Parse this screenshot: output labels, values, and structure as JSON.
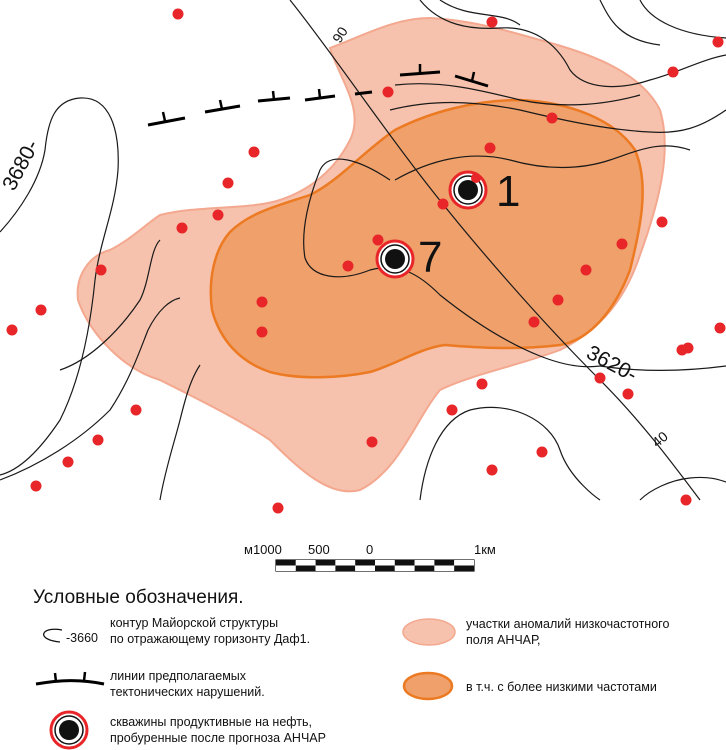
{
  "map": {
    "contour_labels": [
      {
        "id": "c3680",
        "text": "3680-"
      },
      {
        "id": "c3620",
        "text": "3620-"
      },
      {
        "id": "c90",
        "text": "90"
      },
      {
        "id": "c40",
        "text": "40"
      }
    ],
    "wells": [
      {
        "id": "w1",
        "label": "1"
      },
      {
        "id": "w7",
        "label": "7"
      }
    ],
    "colors": {
      "anomaly_light": "#f7c2ad",
      "anomaly_dark": "#f0a06a",
      "anomaly_dark_stroke": "#ec7a22",
      "well_red": "#e8262a",
      "dot_red": "#e8262a",
      "contour": "#1a1a1a"
    }
  },
  "scale_bar": {
    "label_m1000": "м1000",
    "label_500": "500",
    "label_0": "0",
    "label_1km": "1км"
  },
  "legend": {
    "title": "Условные обозначения.",
    "contour_sample_value": "-3660",
    "contour_desc_line1": "контур Майорской структуры",
    "contour_desc_line2": "по отражающему горизонту Даф1.",
    "fault_desc_line1": "линии предполагаемых",
    "fault_desc_line2": "тектонических нарушений.",
    "well_desc_line1": "скважины продуктивные на нефть,",
    "well_desc_line2": "пробуренные после прогноза АНЧАР",
    "anomaly_desc_line1": "участки аномалий низкочастотного",
    "anomaly_desc_line2": "поля АНЧАР,",
    "anomaly_low_desc": "в т.ч. с более низкими частотами"
  }
}
